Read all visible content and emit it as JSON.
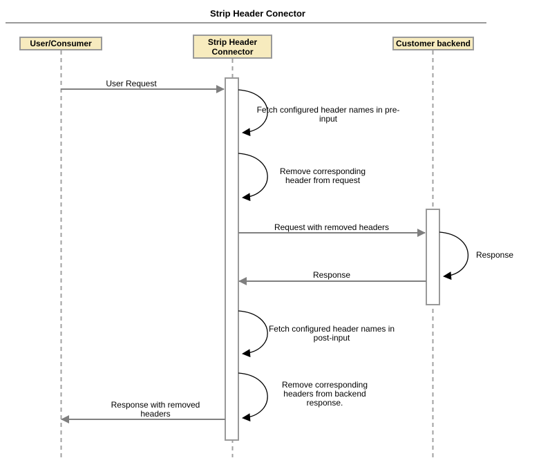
{
  "diagram": {
    "title": "Strip Header Conector",
    "participants": [
      {
        "id": "user",
        "label": "User/Consumer"
      },
      {
        "id": "shc",
        "label": "Strip Header Connector"
      },
      {
        "id": "backend",
        "label": "Customer backend"
      }
    ],
    "messages": [
      {
        "index": 0,
        "type": "arrow",
        "from": "user",
        "to": "shc",
        "label": "User Request"
      },
      {
        "index": 1,
        "type": "self",
        "on": "shc",
        "label": "Fetch configured header names in pre-input"
      },
      {
        "index": 2,
        "type": "self",
        "on": "shc",
        "label": "Remove corresponding header from request"
      },
      {
        "index": 3,
        "type": "arrow",
        "from": "shc",
        "to": "backend",
        "label": "Request with removed headers"
      },
      {
        "index": 4,
        "type": "self",
        "on": "backend",
        "label": "Response"
      },
      {
        "index": 5,
        "type": "arrow",
        "from": "backend",
        "to": "shc",
        "label": "Response"
      },
      {
        "index": 6,
        "type": "self",
        "on": "shc",
        "label": "Fetch configured header names in post-input"
      },
      {
        "index": 7,
        "type": "self",
        "on": "shc",
        "label": "Remove corresponding headers from backend response."
      },
      {
        "index": 8,
        "type": "arrow",
        "from": "shc",
        "to": "user",
        "label": "Response with removed headers"
      }
    ],
    "colors": {
      "participant_fill": "#f7ebbe",
      "participant_border": "#999999",
      "lifeline": "#a0a0a0",
      "activation_fill": "#ffffff",
      "arrow": "#7f7f7f",
      "self_loop": "#000000",
      "title_rule": "#999999"
    }
  }
}
